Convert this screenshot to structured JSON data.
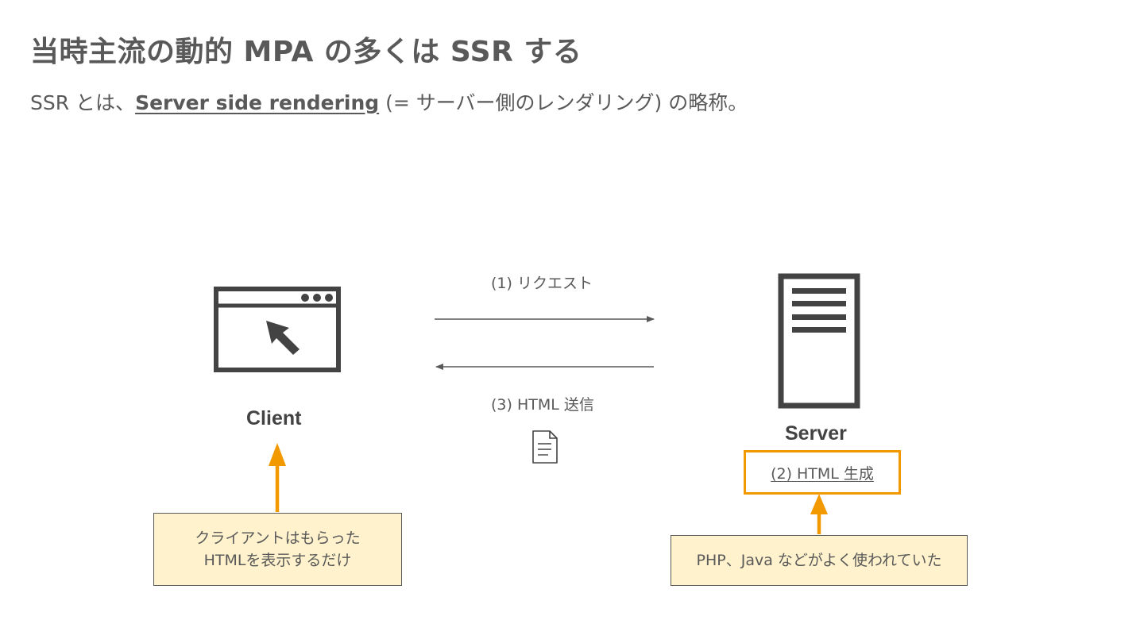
{
  "slide": {
    "title": "当時主流の動的 MPA の多くは SSR する",
    "subtitle_prefix": "SSR とは、",
    "subtitle_term": "Server side rendering",
    "subtitle_suffix": " (= サーバー側のレンダリング) の略称。"
  },
  "diagram": {
    "client_label": "Client",
    "server_label": "Server",
    "request_label": "(1) リクエスト",
    "response_label": "(3) HTML 送信",
    "generate_label": "(2) HTML 生成",
    "client_note": {
      "line1": "クライアントはもらった",
      "line2": "HTMLを表示するだけ"
    },
    "server_note": "PHP、Java などがよく使われていた",
    "colors": {
      "accent": "#f29900",
      "note_fill": "#fff2cc",
      "icon": "#434343",
      "text": "#595959"
    },
    "icons": [
      "browser-window-icon",
      "cursor-icon",
      "server-tower-icon",
      "document-icon"
    ]
  }
}
